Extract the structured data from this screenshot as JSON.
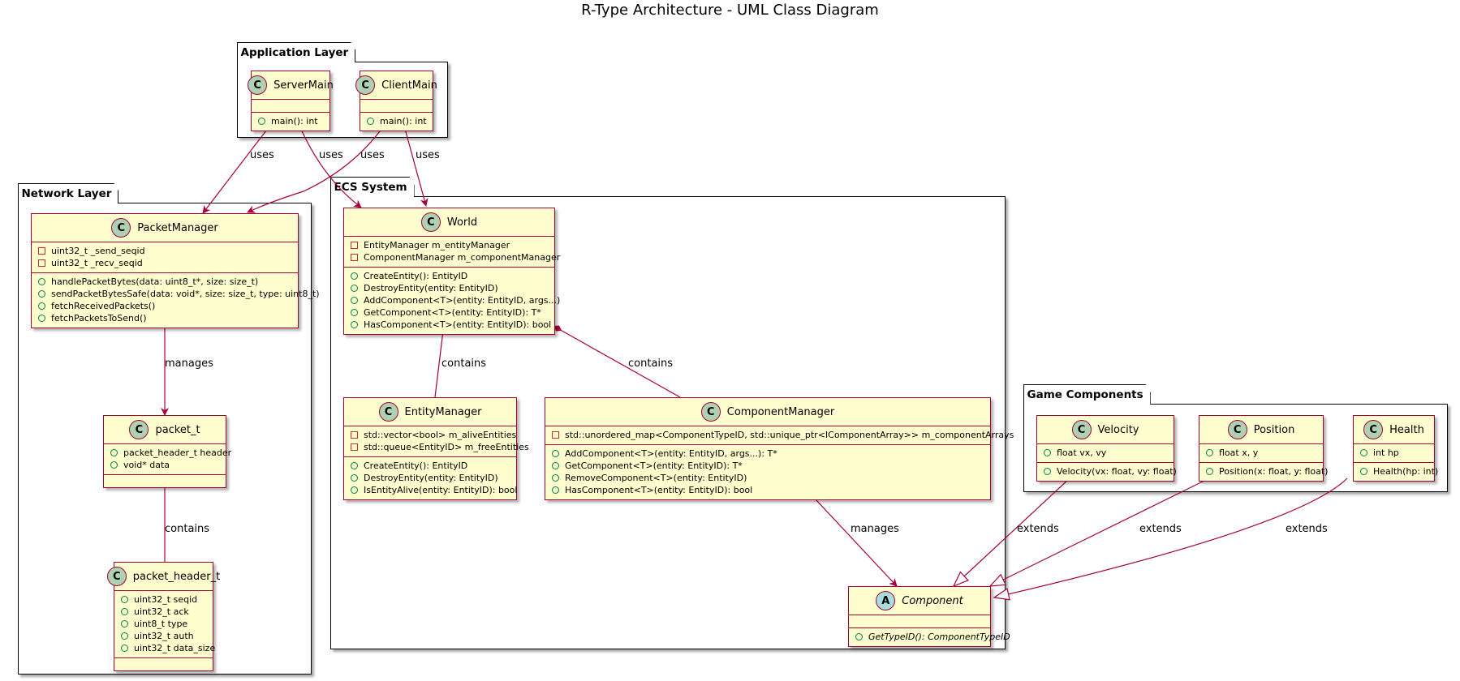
{
  "title": "R-Type Architecture - UML Class Diagram",
  "packages": {
    "app": "Application Layer",
    "net": "Network Layer",
    "ecs": "ECS System",
    "game": "Game Components"
  },
  "classes": {
    "servermain": {
      "name": "ServerMain",
      "stereotype": "C",
      "attrs": [],
      "methods": [
        {
          "v": "pub",
          "t": "main(): int"
        }
      ]
    },
    "clientmain": {
      "name": "ClientMain",
      "stereotype": "C",
      "attrs": [],
      "methods": [
        {
          "v": "pub",
          "t": "main(): int"
        }
      ]
    },
    "packetmanager": {
      "name": "PacketManager",
      "stereotype": "C",
      "attrs": [
        {
          "v": "priv",
          "t": "uint32_t _send_seqid"
        },
        {
          "v": "priv",
          "t": "uint32_t _recv_seqid"
        }
      ],
      "methods": [
        {
          "v": "pub",
          "t": "handlePacketBytes(data: uint8_t*, size: size_t)"
        },
        {
          "v": "pub",
          "t": "sendPacketBytesSafe(data: void*, size: size_t, type: uint8_t)"
        },
        {
          "v": "pub",
          "t": "fetchReceivedPackets()"
        },
        {
          "v": "pub",
          "t": "fetchPacketsToSend()"
        }
      ]
    },
    "packet_t": {
      "name": "packet_t",
      "stereotype": "C",
      "attrs": [
        {
          "v": "pub",
          "t": "packet_header_t header"
        },
        {
          "v": "pub",
          "t": "void* data"
        }
      ],
      "methods": []
    },
    "packet_header_t": {
      "name": "packet_header_t",
      "stereotype": "C",
      "attrs": [
        {
          "v": "pub",
          "t": "uint32_t seqid"
        },
        {
          "v": "pub",
          "t": "uint32_t ack"
        },
        {
          "v": "pub",
          "t": "uint8_t type"
        },
        {
          "v": "pub",
          "t": "uint32_t auth"
        },
        {
          "v": "pub",
          "t": "uint32_t data_size"
        }
      ],
      "methods": []
    },
    "world": {
      "name": "World",
      "stereotype": "C",
      "attrs": [
        {
          "v": "priv",
          "t": "EntityManager m_entityManager"
        },
        {
          "v": "priv",
          "t": "ComponentManager m_componentManager"
        }
      ],
      "methods": [
        {
          "v": "pub",
          "t": "CreateEntity(): EntityID"
        },
        {
          "v": "pub",
          "t": "DestroyEntity(entity: EntityID)"
        },
        {
          "v": "pub",
          "t": "AddComponent<T>(entity: EntityID, args...)"
        },
        {
          "v": "pub",
          "t": "GetComponent<T>(entity: EntityID): T*"
        },
        {
          "v": "pub",
          "t": "HasComponent<T>(entity: EntityID): bool"
        }
      ]
    },
    "entitymanager": {
      "name": "EntityManager",
      "stereotype": "C",
      "attrs": [
        {
          "v": "priv",
          "t": "std::vector<bool> m_aliveEntities"
        },
        {
          "v": "priv",
          "t": "std::queue<EntityID> m_freeEntities"
        }
      ],
      "methods": [
        {
          "v": "pub",
          "t": "CreateEntity(): EntityID"
        },
        {
          "v": "pub",
          "t": "DestroyEntity(entity: EntityID)"
        },
        {
          "v": "pub",
          "t": "IsEntityAlive(entity: EntityID): bool"
        }
      ]
    },
    "componentmanager": {
      "name": "ComponentManager",
      "stereotype": "C",
      "attrs": [
        {
          "v": "priv",
          "t": "std::unordered_map<ComponentTypeID, std::unique_ptr<IComponentArray>> m_componentArrays"
        }
      ],
      "methods": [
        {
          "v": "pub",
          "t": "AddComponent<T>(entity: EntityID, args...): T*"
        },
        {
          "v": "pub",
          "t": "GetComponent<T>(entity: EntityID): T*"
        },
        {
          "v": "pub",
          "t": "RemoveComponent<T>(entity: EntityID)"
        },
        {
          "v": "pub",
          "t": "HasComponent<T>(entity: EntityID): bool"
        }
      ]
    },
    "component": {
      "name": "Component",
      "stereotype": "A",
      "abstract": true,
      "attrs": [],
      "methods": [
        {
          "v": "pub",
          "t": "GetTypeID(): ComponentTypeID",
          "italic": true
        }
      ]
    },
    "velocity": {
      "name": "Velocity",
      "stereotype": "C",
      "attrs": [
        {
          "v": "pub",
          "t": "float vx, vy"
        }
      ],
      "methods": [
        {
          "v": "pub",
          "t": "Velocity(vx: float, vy: float)"
        }
      ]
    },
    "position": {
      "name": "Position",
      "stereotype": "C",
      "attrs": [
        {
          "v": "pub",
          "t": "float x, y"
        }
      ],
      "methods": [
        {
          "v": "pub",
          "t": "Position(x: float, y: float)"
        }
      ]
    },
    "health": {
      "name": "Health",
      "stereotype": "C",
      "attrs": [
        {
          "v": "pub",
          "t": "int hp"
        }
      ],
      "methods": [
        {
          "v": "pub",
          "t": "Health(hp: int)"
        }
      ]
    }
  },
  "edge_labels": {
    "server_pm": "uses",
    "server_world": "uses",
    "client_pm": "uses",
    "client_world": "uses",
    "pm_packet": "manages",
    "packet_header": "contains",
    "world_em": "contains",
    "world_cm": "contains",
    "cm_component": "manages",
    "velocity_component": "extends",
    "position_component": "extends",
    "health_component": "extends"
  },
  "colors": {
    "class_fill": "#fefece",
    "class_border": "#a80036",
    "circle_class": "#add1b2",
    "circle_abstract": "#a9dcdf",
    "public": "#038048",
    "private": "#c82930"
  }
}
